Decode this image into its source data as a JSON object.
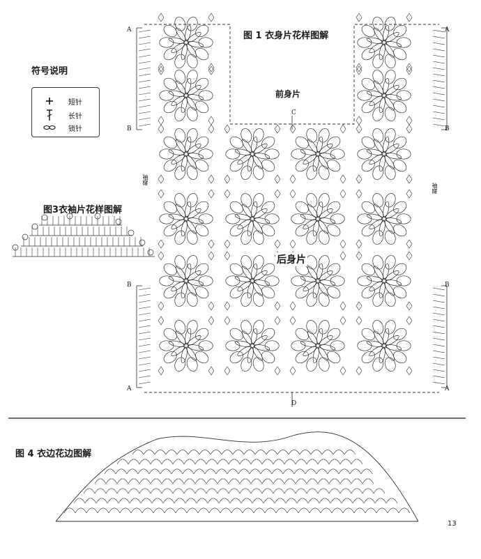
{
  "fig1": {
    "title": "图 1 衣身片花样图解",
    "front_label": "前身片",
    "back_label": "后身片"
  },
  "legend": {
    "title": "符号说明",
    "items": [
      {
        "icon": "short-stitch-icon",
        "label": "短针"
      },
      {
        "icon": "long-stitch-icon",
        "label": "长针"
      },
      {
        "icon": "chain-stitch-icon",
        "label": "锁针"
      }
    ]
  },
  "fig3": {
    "title": "图3衣袖片花样图解"
  },
  "fig4": {
    "title": "图 4 衣边花边图解"
  },
  "markers": {
    "a": "A",
    "b": "B",
    "c": "C",
    "d": "D"
  },
  "side_note": "袖窿",
  "page_number": "13"
}
